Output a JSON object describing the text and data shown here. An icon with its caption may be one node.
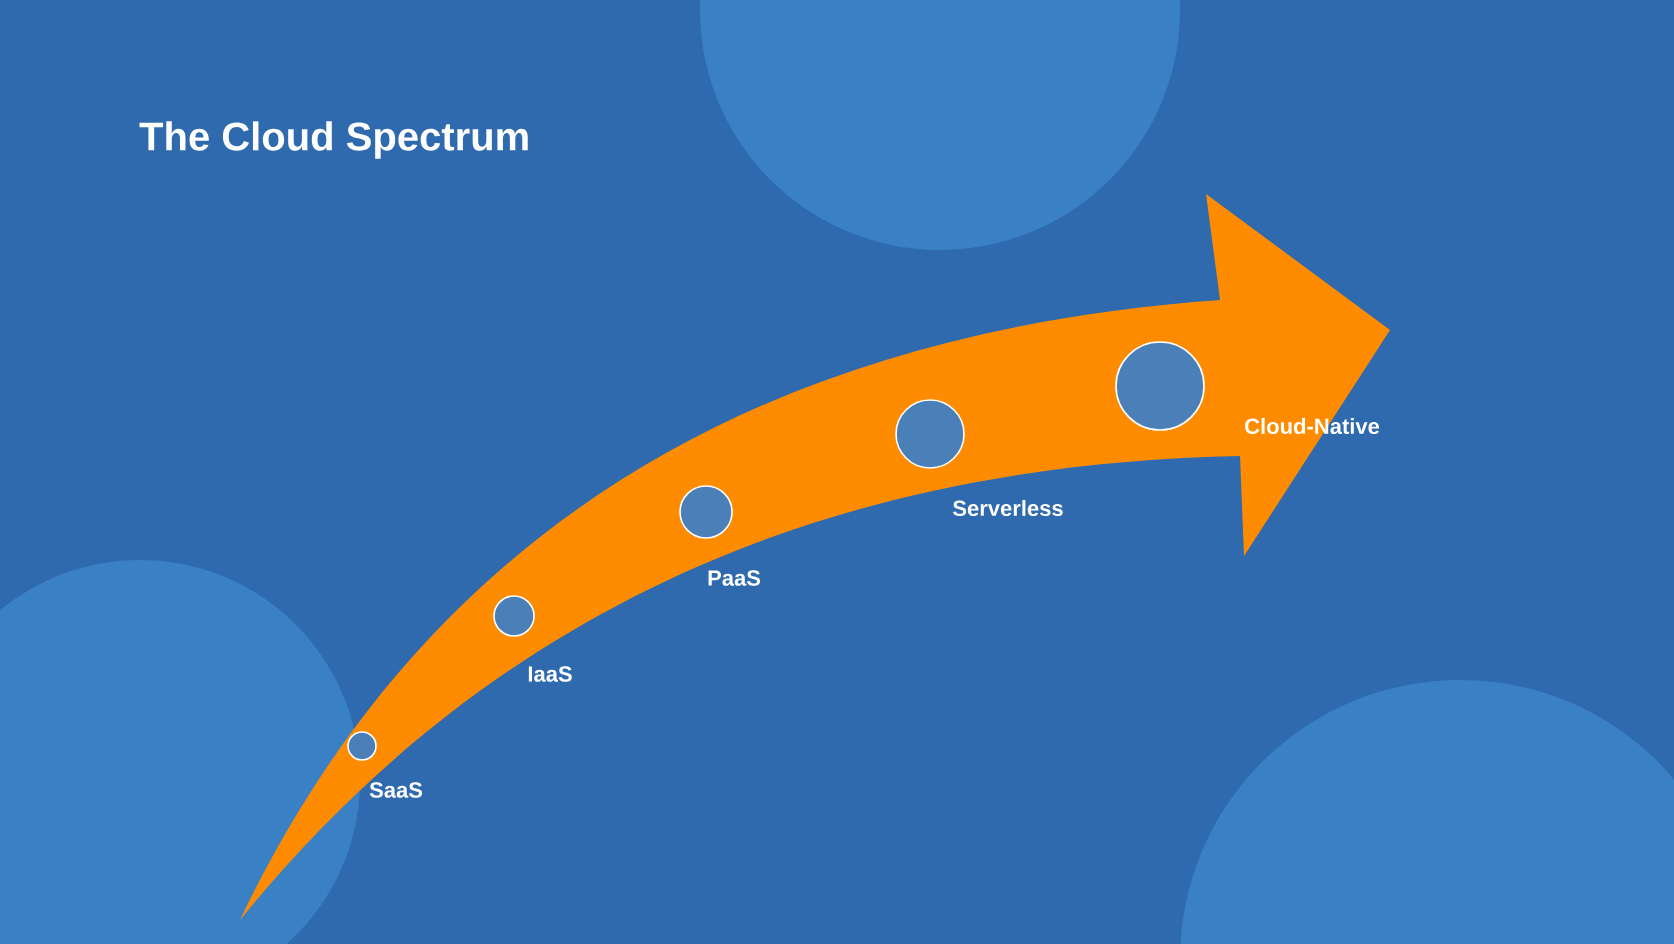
{
  "diagram": {
    "title": "The Cloud Spectrum",
    "nodes": [
      {
        "text": [
          "SaaS"
        ]
      },
      {
        "text": [
          "IaaS"
        ]
      },
      {
        "text": [
          "PaaS"
        ]
      },
      {
        "text": [
          "Serverless"
        ]
      },
      {
        "text": [
          "Cloud-Native"
        ]
      }
    ]
  }
}
